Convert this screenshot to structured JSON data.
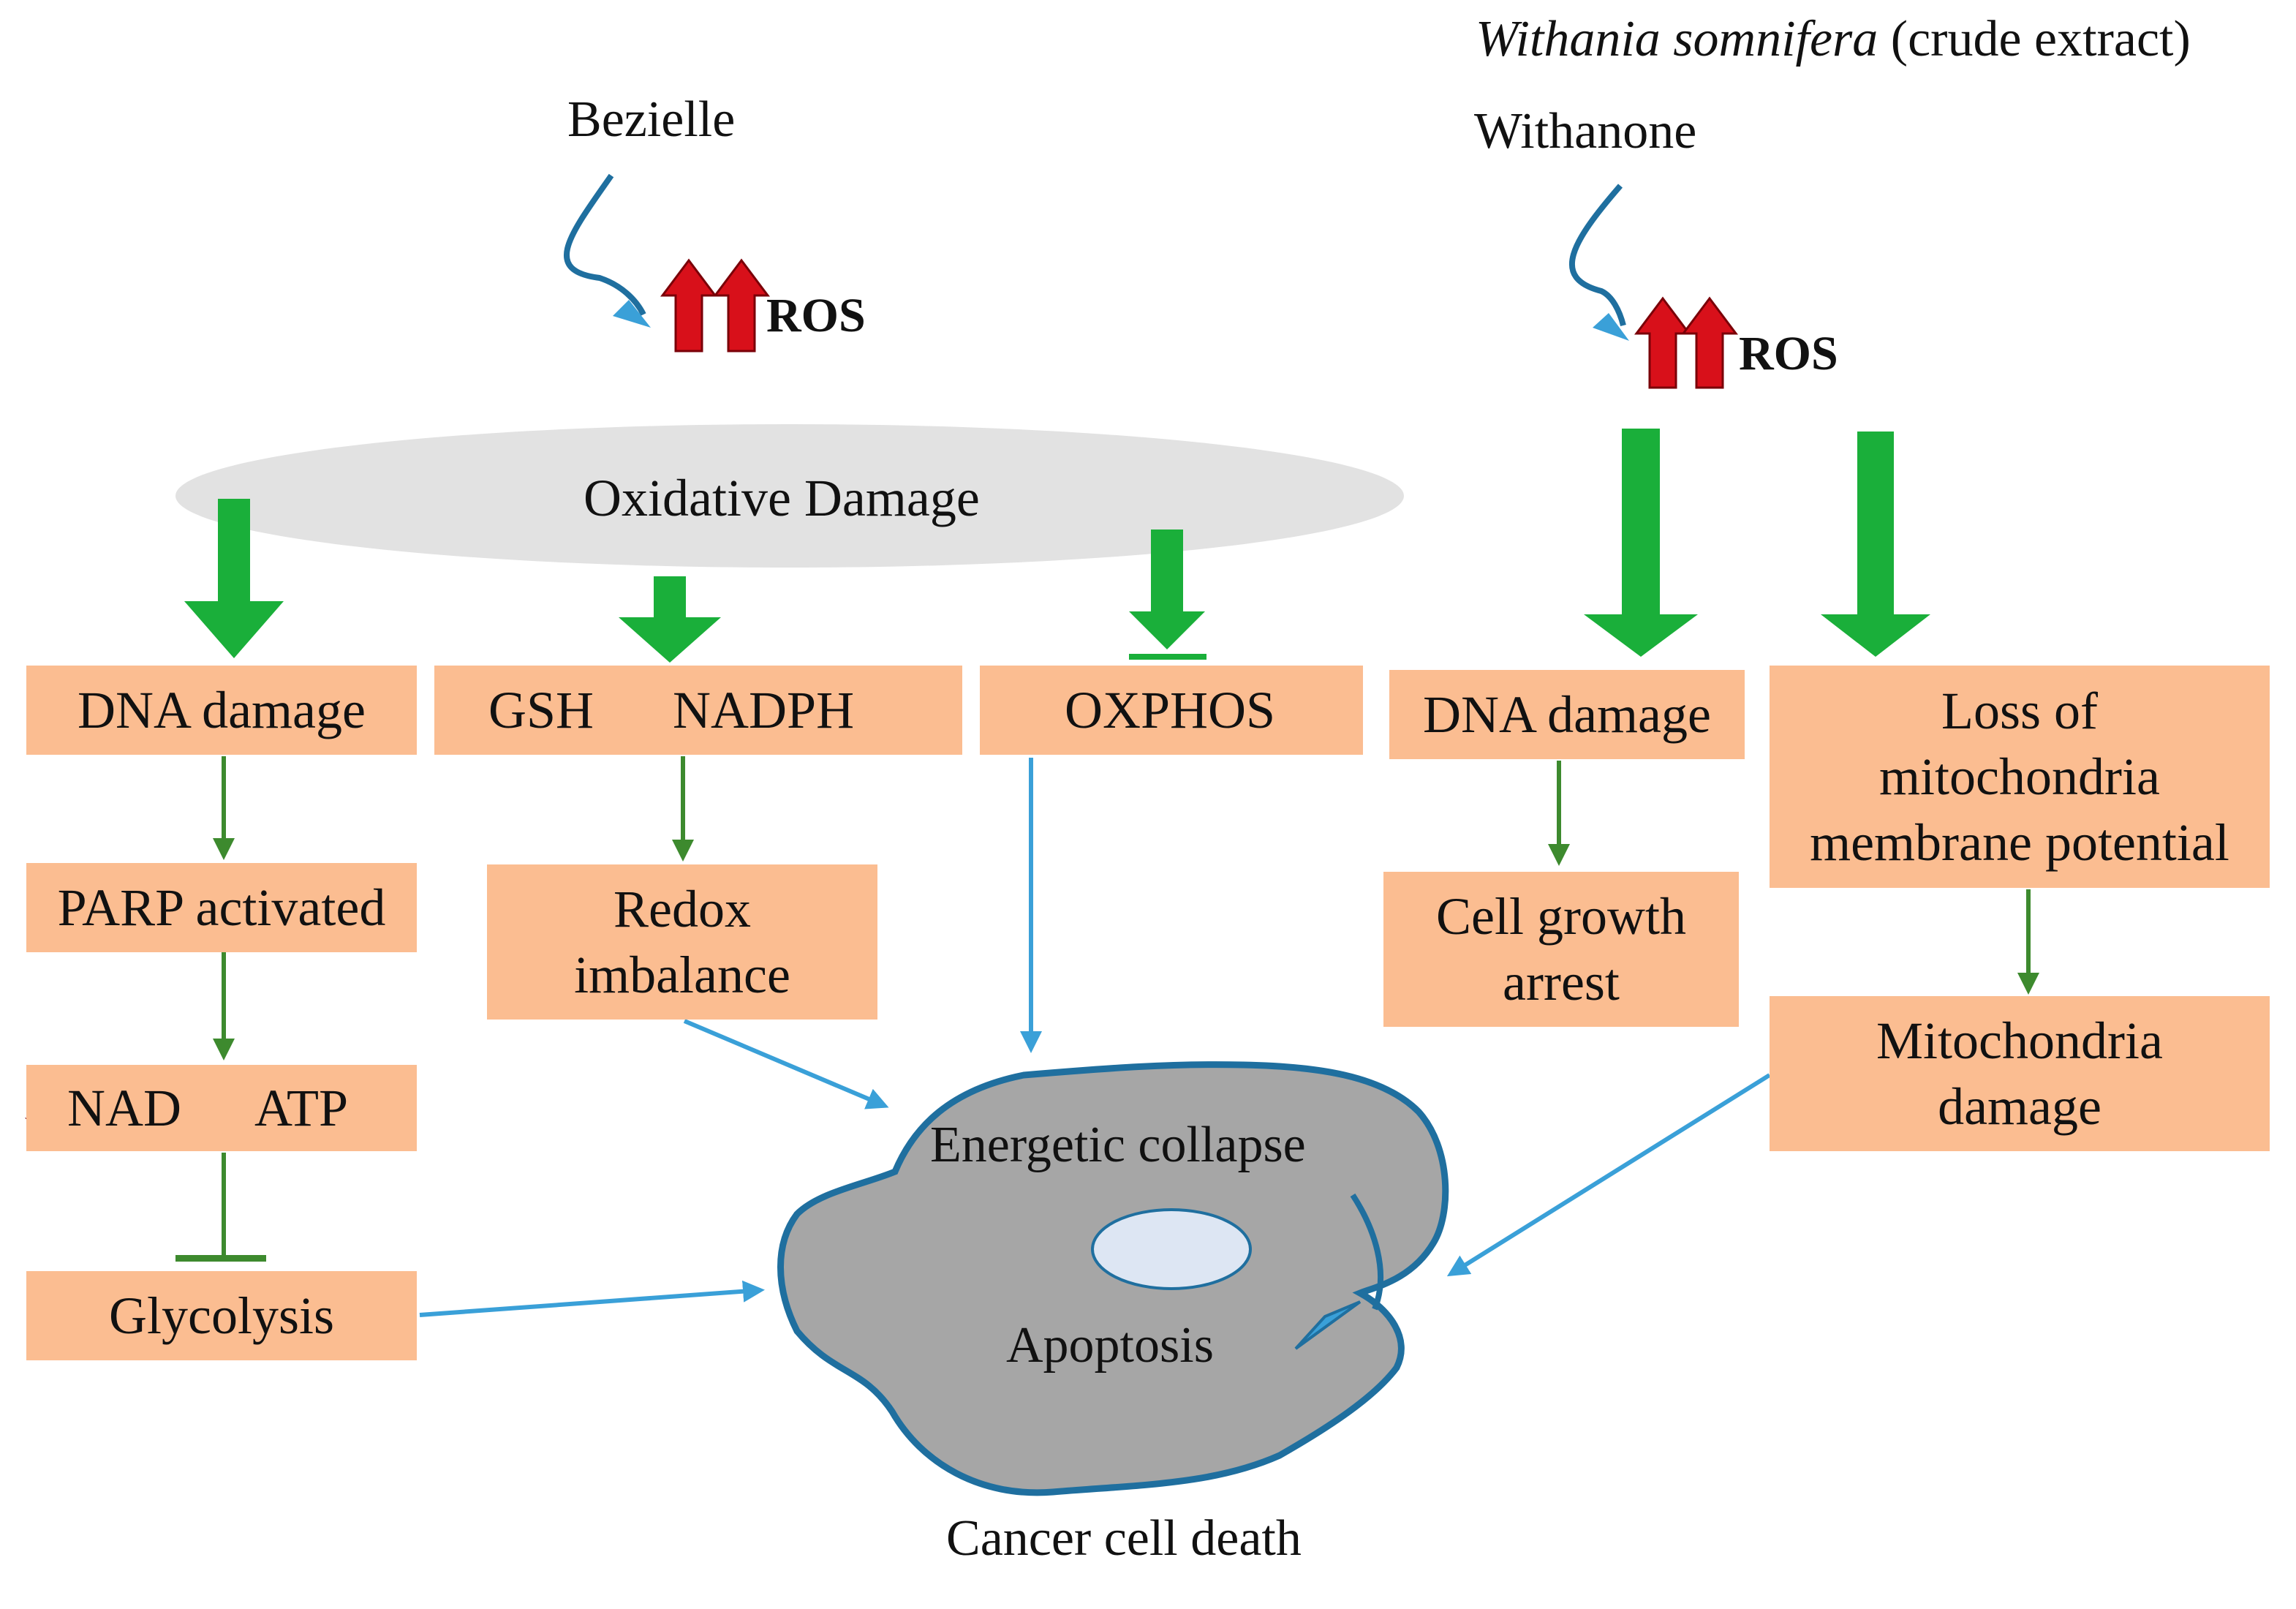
{
  "source_top": {
    "species": "Withania somnifera",
    "extract": "(crude extract)",
    "compound": "Withanone"
  },
  "left_source": {
    "name": "Bezielle",
    "ros": "ROS"
  },
  "right_source": {
    "ros": "ROS"
  },
  "oxidative_damage": "Oxidative Damage",
  "boxes": {
    "dna_damage_left": "DNA damage",
    "gsh": "GSH",
    "nadph": "NADPH",
    "oxphos": "OXPHOS",
    "parp": "PARP activated",
    "redox_line1": "Redox",
    "redox_line2": "imbalance",
    "nad": "NAD",
    "atp": "ATP",
    "glycolysis": "Glycolysis",
    "dna_damage_right": "DNA damage",
    "growth_line1": "Cell growth",
    "growth_line2": "arrest",
    "loss_line1": "Loss of",
    "loss_line2": "mitochondria",
    "loss_line3": "membrane potential",
    "mito_line1": "Mitochondria",
    "mito_line2": "damage"
  },
  "cell": {
    "energetic": "Energetic collapse",
    "apoptosis": "Apoptosis",
    "caption": "Cancer cell death"
  },
  "colors": {
    "box": "#fbbd91",
    "green_arrow": "#1aaf3a",
    "thin_green": "#3d8a2e",
    "blue_arrow": "#3aa0d8",
    "red_arrow": "#d8101a",
    "cell_fill": "#a6a6a6",
    "cell_stroke": "#1f6f9f",
    "ellipse": "#e2e2e2"
  }
}
